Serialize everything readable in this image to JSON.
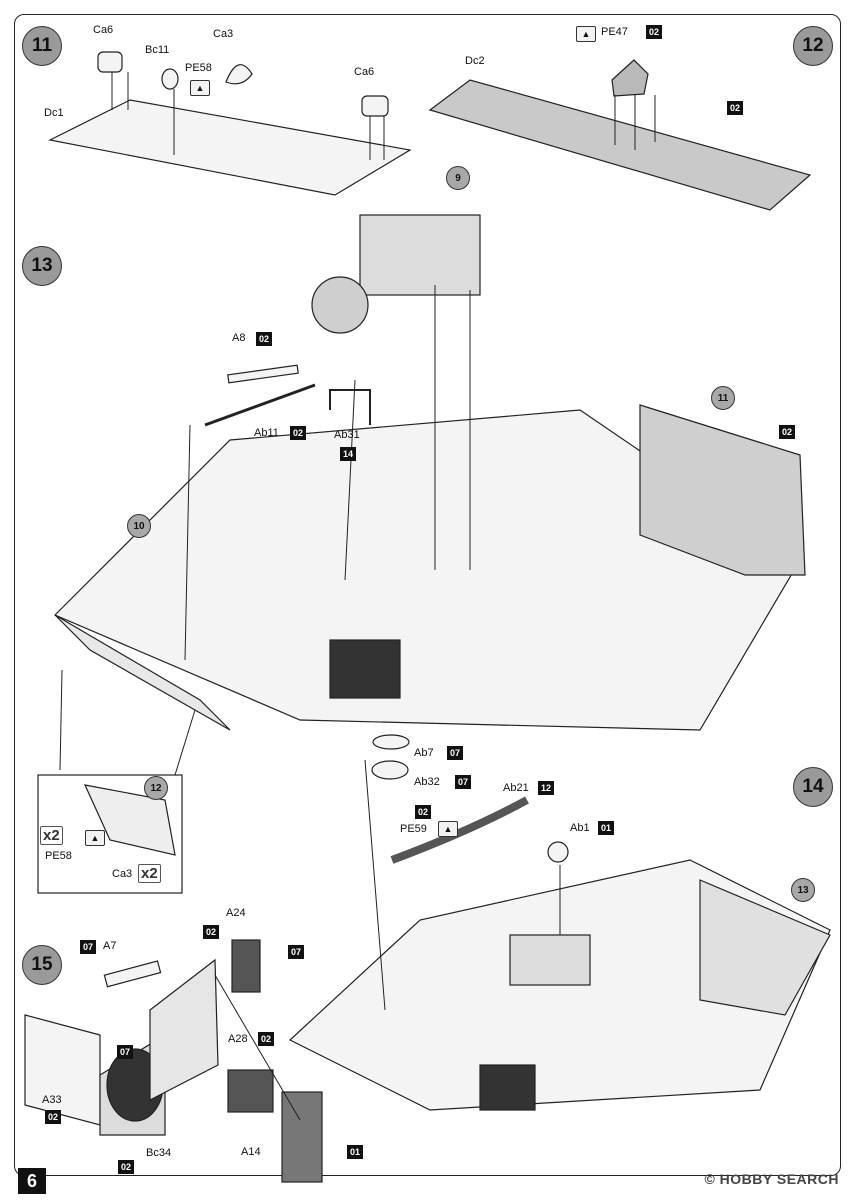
{
  "page_number": "6",
  "watermark": "© HOBBY SEARCH",
  "steps": {
    "s11": "11",
    "s12": "12",
    "s13": "13",
    "s14": "14",
    "s15": "15"
  },
  "sub_refs": {
    "r9": "9",
    "r10": "10",
    "r11": "11",
    "r12": "12",
    "r12b": "12",
    "r13": "13"
  },
  "labels": {
    "ca6_a": "Ca6",
    "bc11": "Bc11",
    "ca3": "Ca3",
    "pe58": "PE58",
    "ca6_b": "Ca6",
    "dc1": "Dc1",
    "pe47": "PE47",
    "dc2": "Dc2",
    "a8": "A8",
    "ab11": "Ab11",
    "ab31": "Ab31",
    "pe58_detail": "PE58",
    "ca3_detail": "Ca3",
    "ab7": "Ab7",
    "ab32": "Ab32",
    "pe59": "PE59",
    "ab21": "Ab21",
    "ab1": "Ab1",
    "a24": "A24",
    "a7": "A7",
    "a28": "A28",
    "a33": "A33",
    "bc34": "Bc34",
    "a14": "A14"
  },
  "sheets": {
    "pe47": "02",
    "dc2_sheet": "02",
    "a8": "02",
    "ab11": "02",
    "ab31": "14",
    "panel11": "02",
    "ab7": "07",
    "ab32": "07",
    "pe59": "02",
    "ab21": "12",
    "ab1": "01",
    "a24": "02",
    "a24_side": "07",
    "a7": "07",
    "a28": "02",
    "a33": "02",
    "bc34_top": "07",
    "bc34": "02",
    "a14": "01"
  },
  "multipliers": {
    "pe58_detail": "x2",
    "ca3_detail": "x2"
  }
}
